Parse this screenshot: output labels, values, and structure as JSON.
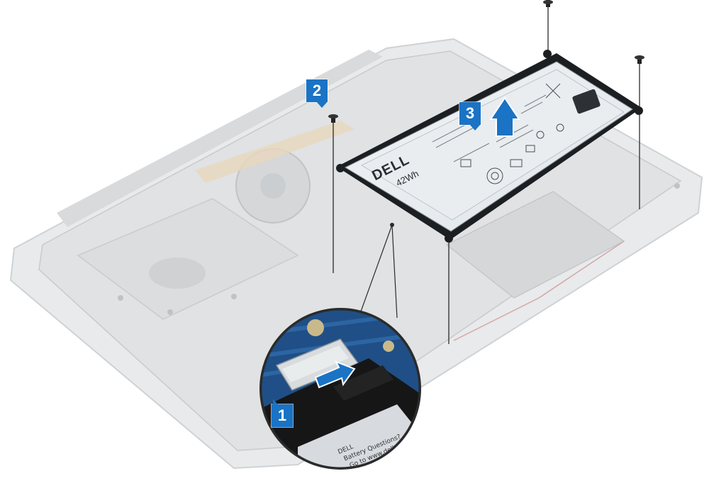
{
  "figure": {
    "callouts": [
      {
        "id": "1",
        "label": "1"
      },
      {
        "id": "2",
        "label": "2"
      },
      {
        "id": "3",
        "label": "3"
      }
    ],
    "battery": {
      "brand": "DELL",
      "capacity": "42Wh"
    },
    "zoom_sticker": {
      "line1": "DELL",
      "line2": "Battery Questions?",
      "line3": "Go to www.dell"
    },
    "colors": {
      "callout": "#1a73c4",
      "battery_body": "#e6ebee",
      "battery_frame": "#1c1f22",
      "chassis": "#c9cdd0",
      "board": "#1f4f86"
    }
  }
}
